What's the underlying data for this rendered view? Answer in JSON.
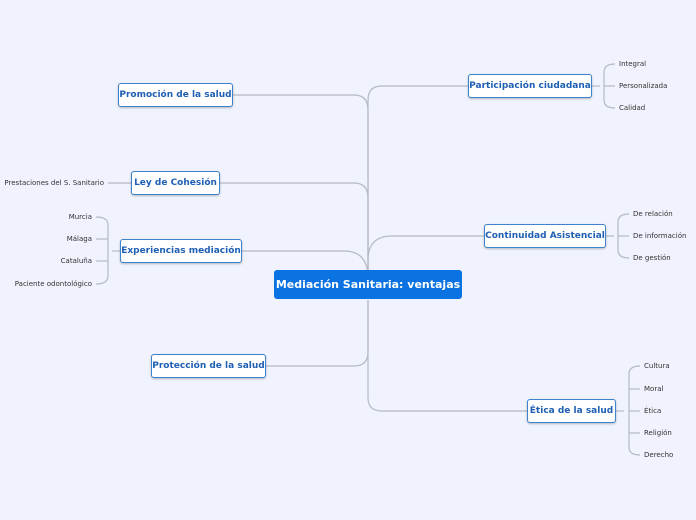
{
  "central": "Mediación Sanitaria: ventajas",
  "branches": {
    "participacion": {
      "label": "Participación ciudadana",
      "items": [
        "Integral",
        "Personalizada",
        "Calidad"
      ]
    },
    "promocion": {
      "label": "Promoción de la salud"
    },
    "cohesion": {
      "label": "Ley de Cohesión",
      "items": [
        "Prestaciones del S. Sanitario"
      ]
    },
    "experiencias": {
      "label": "Experiencias mediación",
      "items": [
        "Murcia",
        "Málaga",
        "Cataluña",
        "Paciente odontológico"
      ]
    },
    "continuidad": {
      "label": "Continuidad Asistencial",
      "items": [
        "De relación",
        "De información",
        "De gestión"
      ]
    },
    "proteccion": {
      "label": "Protección de la salud"
    },
    "etica": {
      "label": "Ética de la salud",
      "items": [
        "Cultura",
        "Moral",
        "Ética",
        "Religión",
        "Derecho"
      ]
    }
  },
  "colors": {
    "background": "#f0f3fd",
    "central": "#0b72e2",
    "node_border": "#3d82cc",
    "node_text": "#1f5fb4",
    "connector": "#b5b9c1"
  }
}
